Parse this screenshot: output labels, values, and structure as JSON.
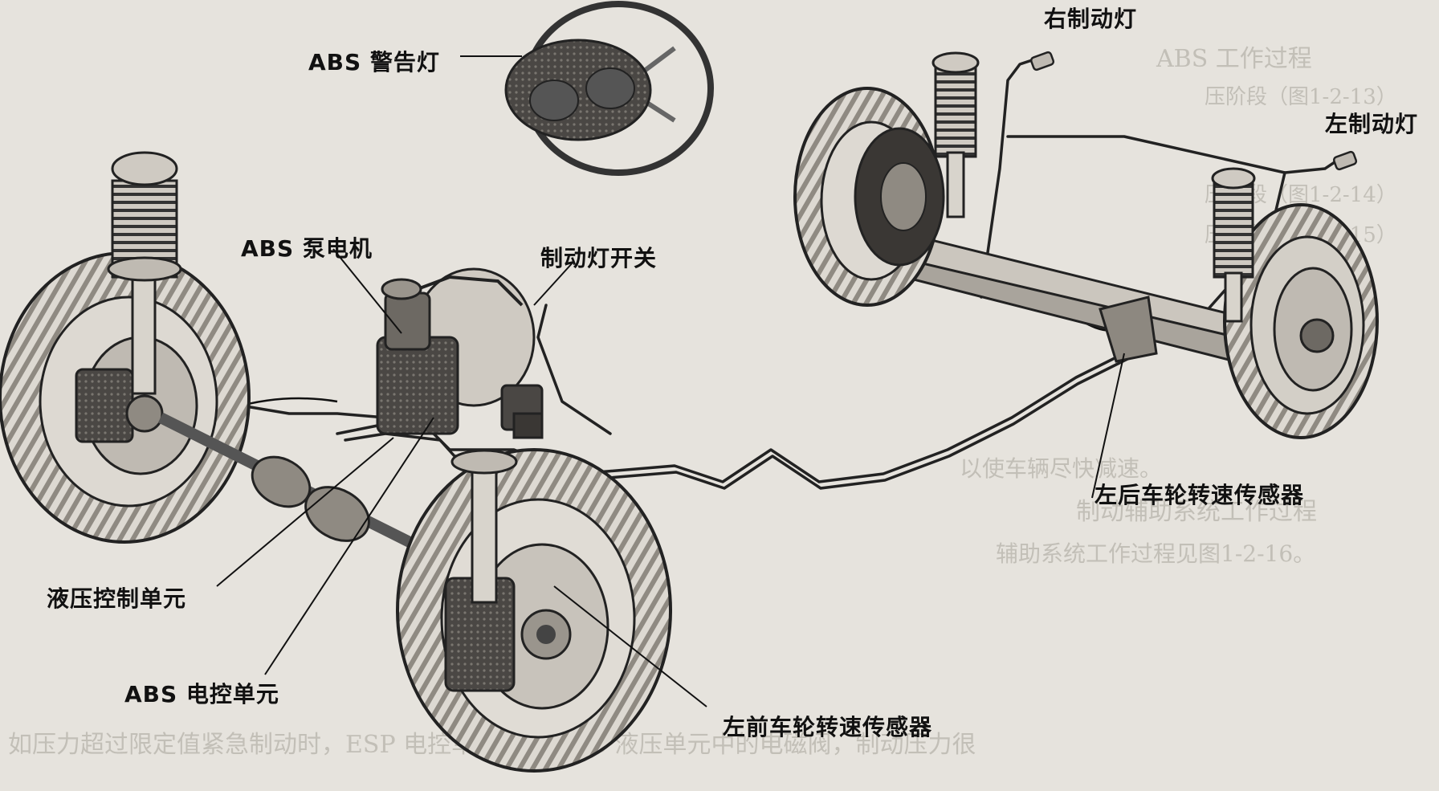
{
  "diagram": {
    "labels": {
      "abs_warning_light": "ABS 警告灯",
      "right_brake_light": "右制动灯",
      "left_brake_light": "左制动灯",
      "abs_pump_motor": "ABS 泵电机",
      "brake_light_switch": "制动灯开关",
      "hydraulic_control_unit": "液压控制单元",
      "abs_ecu": "ABS 电控单元",
      "front_left_wheel_speed_sensor": "左前车轮转速传感器",
      "rear_left_wheel_speed_sensor": "左后车轮转速传感器"
    },
    "background_text": {
      "line_1": "ABS 工作过程",
      "line_2": "压阶段（图1-2-13）",
      "line_3": "压阶段（图1-2-14）",
      "line_4": "压阶段（图1-2-15）",
      "line_5": "制动辅助系统工作过程",
      "line_6": "辅助系统工作过程见图1-2-16。",
      "line_7": "以使车辆尽快减速。",
      "line_8": "如压力超过限定值紧急制动时，ESP 电控单元打开 ABS 液压单元中的电磁阀，制动压力很"
    },
    "colors": {
      "paper": "#e6e3dd",
      "ink": "#111111",
      "faded_text": "#b7b3ab"
    }
  }
}
